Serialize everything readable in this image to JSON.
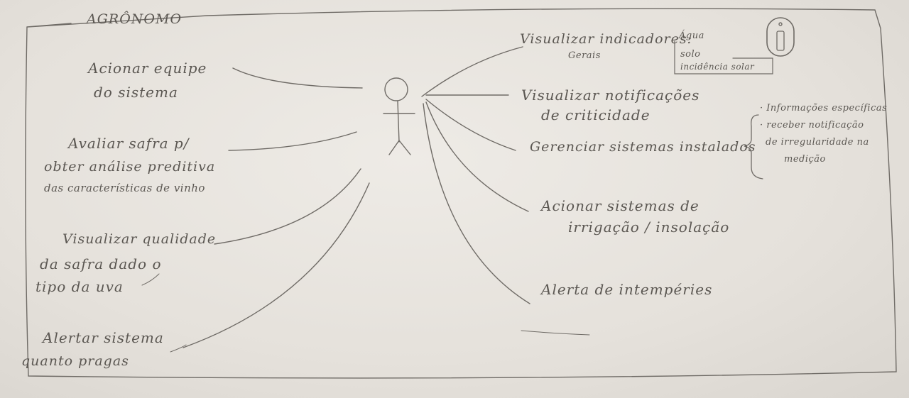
{
  "actor": {
    "name": "AGRÔNOMO"
  },
  "left_use_cases": [
    {
      "lines": [
        "Acionar equipe",
        "do sistema"
      ]
    },
    {
      "lines": [
        "Avaliar safra p/",
        "obter análise preditiva",
        "das características de vinho"
      ]
    },
    {
      "lines": [
        "Visualizar qualidade",
        "da safra dado o",
        "tipo da uva"
      ]
    },
    {
      "lines": [
        "Alertar sistema",
        "quanto pragas"
      ]
    }
  ],
  "right_use_cases": [
    {
      "lines": [
        "Visualizar indicadores:",
        "Gerais"
      ]
    },
    {
      "lines": [
        "Visualizar notificações",
        "de criticidade"
      ]
    },
    {
      "lines": [
        "Gerenciar sistemas instalados"
      ]
    },
    {
      "lines": [
        "Acionar sistemas de",
        "irrigação / insolação"
      ]
    },
    {
      "lines": [
        "Alerta de intempéries"
      ]
    }
  ],
  "indicators_note": {
    "items": [
      "Água",
      "solo",
      "incidência solar"
    ]
  },
  "info_icon": {
    "symbol": "i"
  },
  "systems_note": {
    "lines": [
      "· Informações específicas",
      "· receber notificação",
      "de irregularidade na",
      "medição"
    ]
  }
}
